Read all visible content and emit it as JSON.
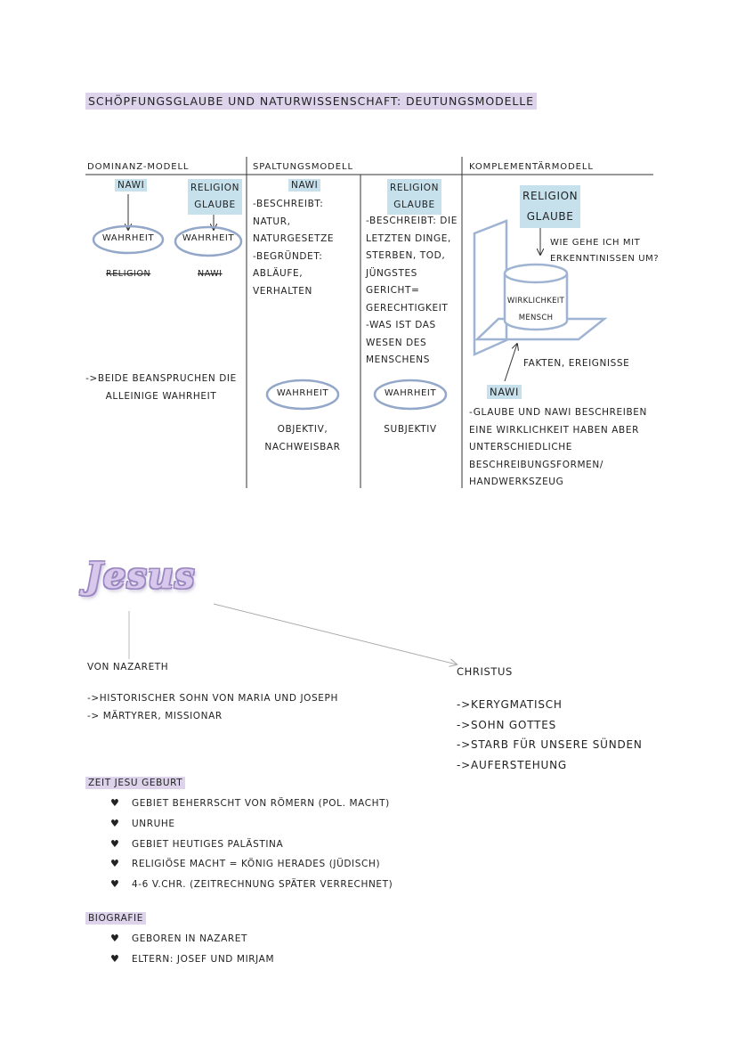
{
  "page_title": "SCHÖPFUNGSGLAUBE UND NATURWISSENSCHAFT: DEUTUNGSMODELLE",
  "colors": {
    "highlight_purple": "#ddd4ec",
    "highlight_blue": "#c7e1ec",
    "ellipse_stroke": "#93a7c8",
    "cylinder_stroke": "#9fb3d2"
  },
  "dominanz": {
    "header": "DOMINANZ-MODELL",
    "nawi_label": "NAWI",
    "religion_label_1": "RELIGION",
    "religion_label_2": "GLAUBE",
    "ellipse_left": "WAHRHEIT",
    "ellipse_right": "WAHRHEIT",
    "strike_left": "RELIGION",
    "strike_right": "NAWI",
    "note_1": "->BEIDE BEANSPRUCHEN DIE",
    "note_2": "ALLEINIGE WAHRHEIT"
  },
  "spaltung": {
    "header": "SPALTUNGSMODELL",
    "nawi_label": "NAWI",
    "nawi_lines": [
      "-BESCHREIBT:",
      "NATUR,",
      "NATURGESETZE",
      "-BEGRÜNDET:",
      "ABLÄUFE,",
      "VERHALTEN"
    ],
    "religion_label_1": "RELIGION",
    "religion_label_2": "GLAUBE",
    "religion_lines": [
      "-BESCHREIBT: DIE",
      "LETZTEN DINGE,",
      "STERBEN, TOD,",
      "JÜNGSTES",
      "GERICHT=",
      "GERECHTIGKEIT",
      "-WAS IST DAS",
      "WESEN DES",
      "MENSCHENS"
    ],
    "ellipse_left": "WAHRHEIT",
    "ellipse_right": "WAHRHEIT",
    "below_left_1": "OBJEKTIV,",
    "below_left_2": "NACHWEISBAR",
    "below_right": "SUBJEKTIV"
  },
  "komplementaer": {
    "header": "KOMPLEMENTÄRMODELL",
    "religion_label_1": "RELIGION",
    "religion_label_2": "GLAUBE",
    "question_1": "WIE GEHE ICH MIT",
    "question_2": "ERKENNTINISSEN UM?",
    "cylinder_1": "WIRKLICHKEIT",
    "cylinder_2": "MENSCH",
    "fakten": "FAKTEN, EREIGNISSE",
    "nawi_label": "NAWI",
    "desc_lines": [
      "-GLAUBE UND NAWI BESCHREIBEN",
      "EINE WIRKLICHKEIT HABEN ABER",
      "UNTERSCHIEDLICHE",
      "BESCHREIBUNGSFORMEN/",
      "HANDWERKSZEUG"
    ]
  },
  "jesus": {
    "title": "Jesus",
    "left_heading": "VON NAZARETH",
    "left_lines": [
      "->HISTORISCHER SOHN VON MARIA UND JOSEPH",
      "-> MÄRTYRER, MISSIONAR"
    ],
    "right_heading": "CHRISTUS",
    "right_lines": [
      "->KERYGMATISCH",
      "->SOHN GOTTES",
      "->STARB FÜR UNSERE SÜNDEN",
      "->AUFERSTEHUNG"
    ]
  },
  "zeit": {
    "heading": "ZEIT JESU GEBURT",
    "items": [
      "GEBIET BEHERRSCHT VON RÖMERN (POL. MACHT)",
      "UNRUHE",
      "GEBIET HEUTIGES PALÄSTINA",
      "RELIGIÖSE MACHT = KÖNIG HERADES (JÜDISCH)",
      "4-6 V.CHR. (ZEITRECHNUNG SPÄTER VERRECHNET)"
    ]
  },
  "biografie": {
    "heading": "BIOGRAFIE",
    "items": [
      "GEBOREN IN NAZARET",
      "ELTERN: JOSEF UND MIRJAM"
    ]
  },
  "bullet_glyph": "♥"
}
